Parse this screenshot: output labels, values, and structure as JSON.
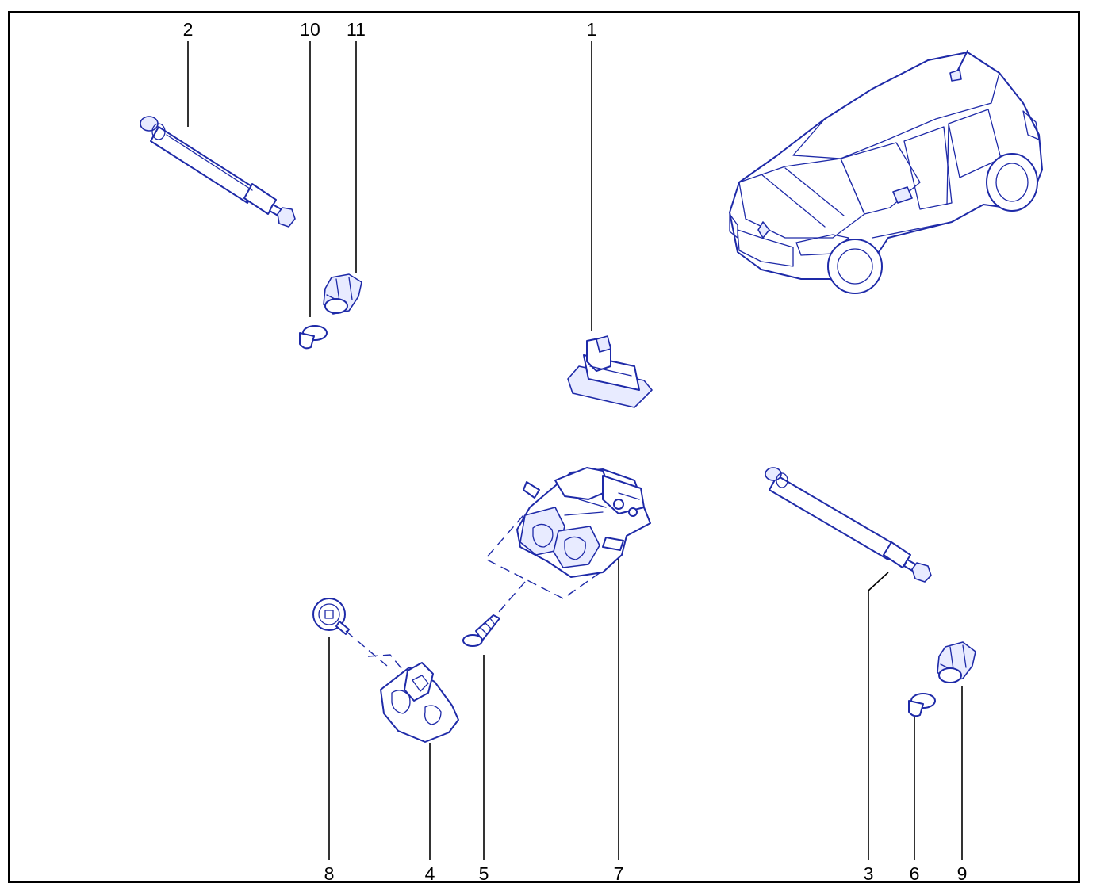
{
  "diagram": {
    "callouts": {
      "c1": "1",
      "c2": "2",
      "c3": "3",
      "c4": "4",
      "c5": "5",
      "c6": "6",
      "c7": "7",
      "c8": "8",
      "c9": "9",
      "c10": "10",
      "c11": "11"
    },
    "line_color": "#1e2aa8",
    "frame_color": "#000000"
  }
}
